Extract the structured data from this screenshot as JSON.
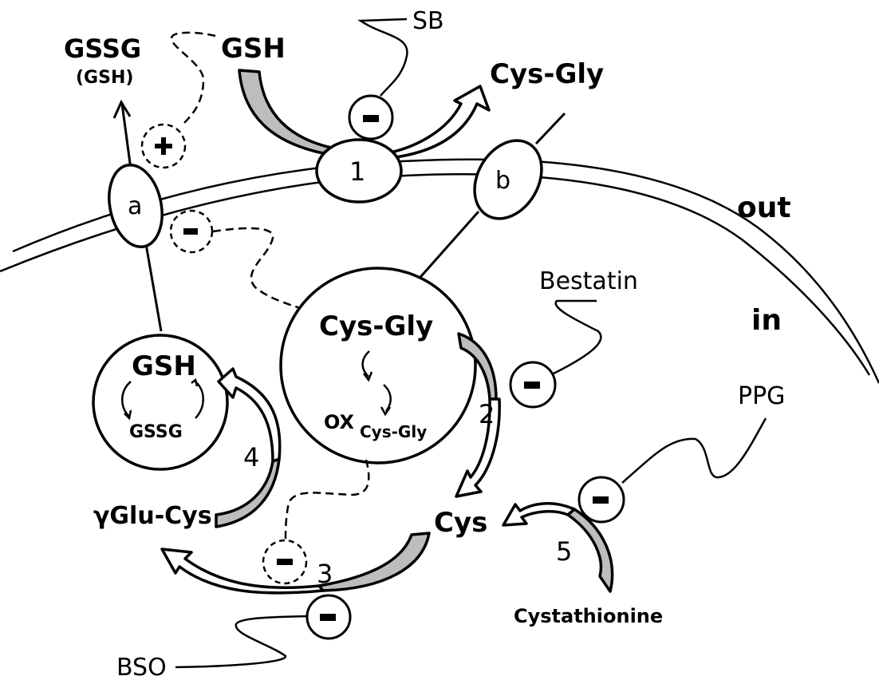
{
  "diagram": {
    "regions": {
      "outside": "out",
      "inside": "in"
    },
    "transporters": {
      "a": "a",
      "b": "b",
      "enzyme_1": "1"
    },
    "metabolites": {
      "gssg_out": "GSSG",
      "gssg_out_sub": "(GSH)",
      "gsh_out": "GSH",
      "cysgly_out": "Cys-Gly",
      "cysgly_in": "Cys-Gly",
      "ox_prefix": "OX",
      "ox_sub": "Cys-Gly",
      "gsh_in": "GSH",
      "gssg_in": "GSSG",
      "gglucys": "γGlu-Cys",
      "cys": "Cys",
      "cystathionine": "Cystathionine"
    },
    "reactions": [
      "1",
      "2",
      "3",
      "4",
      "5"
    ],
    "reaction_labels": {
      "r2": "2",
      "r3": "3",
      "r4": "4",
      "r5": "5"
    },
    "inhibitors": {
      "sb": "SB",
      "bestatin": "Bestatin",
      "ppg": "PPG",
      "bso": "BSO"
    },
    "signs": {
      "minus": "-",
      "plus": "+"
    },
    "colors": {
      "arrow_tail_fill": "#bdbdbd",
      "line": "#000000",
      "background": "#ffffff"
    }
  }
}
